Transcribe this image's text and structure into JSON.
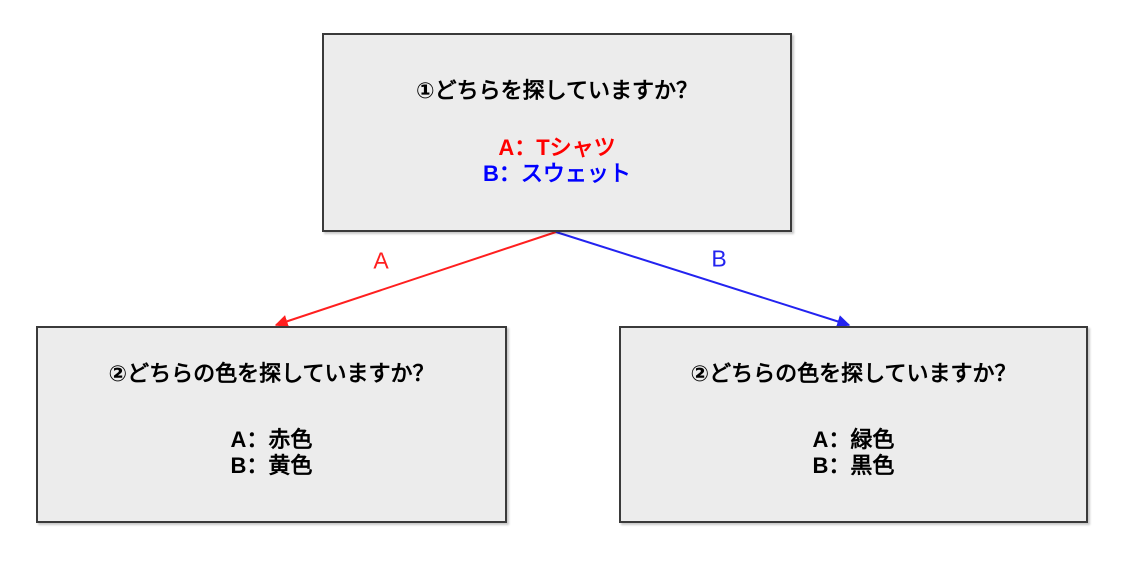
{
  "diagram": {
    "type": "decision-tree-flowchart",
    "colors": {
      "box_background": "#ececec",
      "box_border": "#3a3a3a",
      "text": "#000000",
      "branch_a": "#ff0000",
      "branch_b": "#0000ff"
    },
    "step1": {
      "question": "①どちらを探していますか？",
      "option_a": "A：Tシャツ",
      "option_b": "B：スウェット"
    },
    "branch_a": {
      "label": "A"
    },
    "branch_b": {
      "label": "B"
    },
    "step2_tshirt": {
      "question": "②どちらの色を探していますか？",
      "option_a": "A：赤色",
      "option_b": "B：黄色"
    },
    "step2_sweat": {
      "question": "②どちらの色を探していますか？",
      "option_a": "A：緑色",
      "option_b": "B：黒色"
    }
  }
}
